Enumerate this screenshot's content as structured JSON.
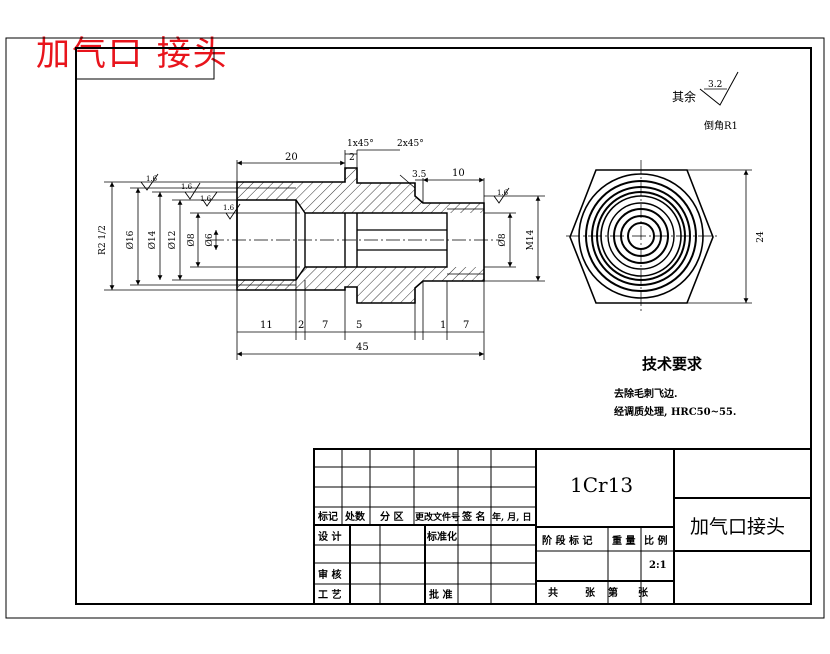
{
  "title_red": "加气口 接头",
  "roughness": {
    "other_label": "其余",
    "other_value": "3.2",
    "chamfer_note": "倒角R1"
  },
  "dims": {
    "d20": "20",
    "c1": "1x45°",
    "c2": "2x45°",
    "d2top": "2",
    "d3_5": "3.5",
    "d10": "10",
    "thread_left": "R2 1/2",
    "dia16": "Ø16",
    "dia14": "Ø14",
    "dia12": "Ø12",
    "dia8a": "Ø8",
    "dia6": "Ø6",
    "dia8b": "Ø8",
    "m14": "M14",
    "d24": "24",
    "b11": "11",
    "b2": "2",
    "b7a": "7",
    "b5": "5",
    "b1": "1",
    "b7b": "7",
    "total": "45",
    "ra_values": [
      "1.6",
      "1.6",
      "1.6",
      "1.6",
      "1.6"
    ]
  },
  "tech": {
    "heading": "技术要求",
    "line1": "去除毛刺飞边.",
    "line2": "经调质处理, HRC50~55."
  },
  "title_block": {
    "material": "1Cr13",
    "part_name": "加气口接头",
    "h_mark": "标记",
    "h_count": "处数",
    "h_zone": "分 区",
    "h_change": "更改文件号",
    "h_sign": "签 名",
    "h_date": "年, 月, 日",
    "design": "设 计",
    "standard": "标准化",
    "stage": "阶 段 标 记",
    "weight": "重 量",
    "scale_label": "比 例",
    "scale": "2:1",
    "review": "审 核",
    "process": "工 艺",
    "approve": "批 准",
    "total": "共",
    "sheets": "张",
    "sheet_no": "第",
    "sheet": "张"
  },
  "colors": {
    "title": "#e8141c",
    "line": "#000000"
  }
}
